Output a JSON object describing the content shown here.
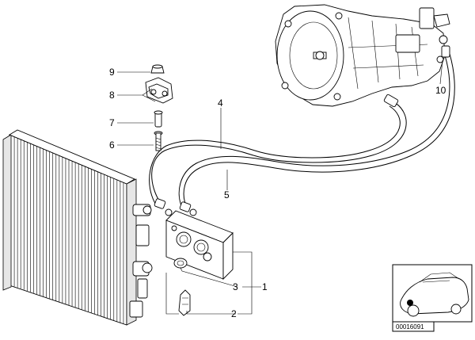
{
  "diagram": {
    "callouts": [
      {
        "id": "c9",
        "label": "9"
      },
      {
        "id": "c8",
        "label": "8"
      },
      {
        "id": "c7",
        "label": "7"
      },
      {
        "id": "c6",
        "label": "6"
      },
      {
        "id": "c4",
        "label": "4"
      },
      {
        "id": "c5",
        "label": "5"
      },
      {
        "id": "c10",
        "label": "10"
      },
      {
        "id": "c3",
        "label": "3"
      },
      {
        "id": "c1",
        "label": "1"
      },
      {
        "id": "c2",
        "label": "2"
      }
    ],
    "inset": {
      "code": "00016091"
    }
  }
}
